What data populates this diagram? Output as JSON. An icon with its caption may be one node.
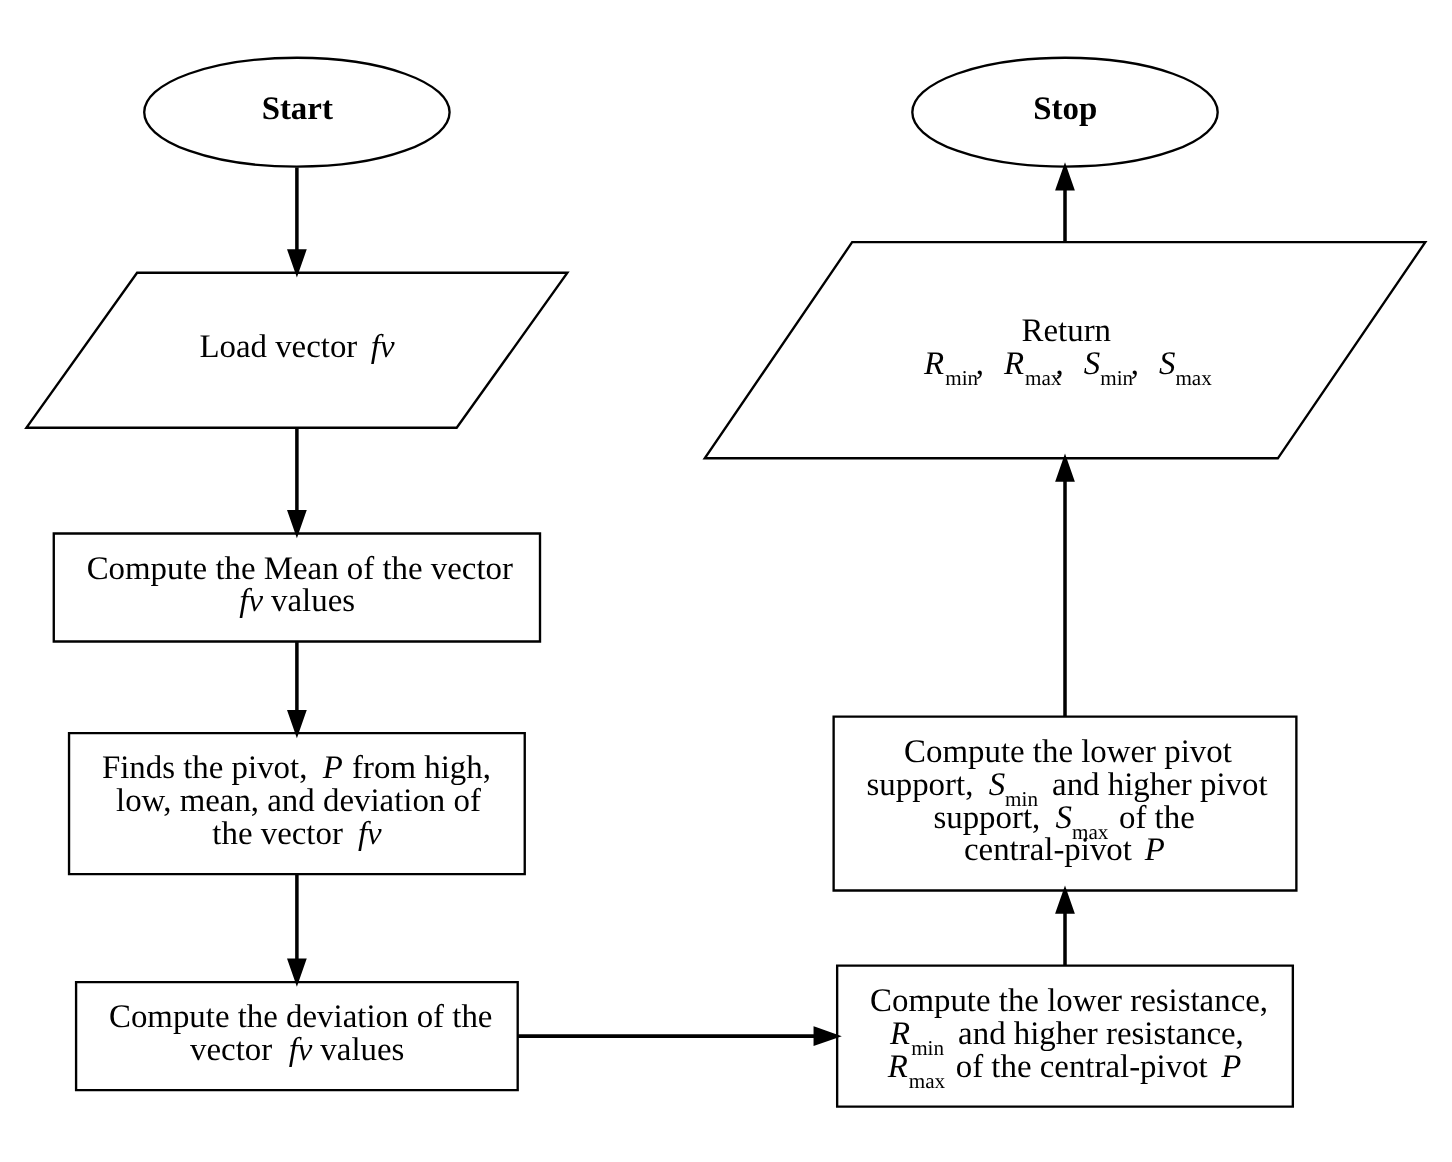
{
  "diagram": {
    "nodes": [
      {
        "text": [
          "Start"
        ]
      },
      {
        "text": [
          "Load vector *fv*"
        ]
      },
      {
        "text": [
          "Compute the Mean of the vector *fv* values"
        ]
      },
      {
        "text": [
          "Finds the pivot, *P* from high, low, mean, and deviation of the vector *fv*"
        ]
      },
      {
        "text": [
          "Compute the deviation of the vector *fv* values"
        ]
      },
      {
        "text": [
          "Compute the lower resistance, *R*$_{min}$ and higher resistance, *R*$_{max}$ of the central-pivot *P*"
        ]
      },
      {
        "text": [
          "Compute the lower pivot support, *S*$_{min}$ and higher pivot support, *S*$_{max}$ of the central-pivot *P*"
        ]
      },
      {
        "text": [
          "Return",
          "*R*$_{min}$, *R*$_{max}$, *S*$_{min}$, *S*$_{max}$"
        ]
      },
      {
        "text": [
          "Stop"
        ]
      }
    ],
    "edges": [
      {
        "from": 0,
        "to": 1,
        "arrow": "to"
      },
      {
        "from": 1,
        "to": 2,
        "arrow": "to"
      },
      {
        "from": 2,
        "to": 3,
        "arrow": "to"
      },
      {
        "from": 3,
        "to": 4,
        "arrow": "to"
      },
      {
        "from": 4,
        "to": 5,
        "arrow": "to"
      },
      {
        "from": 5,
        "to": 6,
        "arrow": "to"
      },
      {
        "from": 6,
        "to": 7,
        "arrow": "to"
      },
      {
        "from": 7,
        "to": 8,
        "arrow": "to"
      }
    ]
  }
}
